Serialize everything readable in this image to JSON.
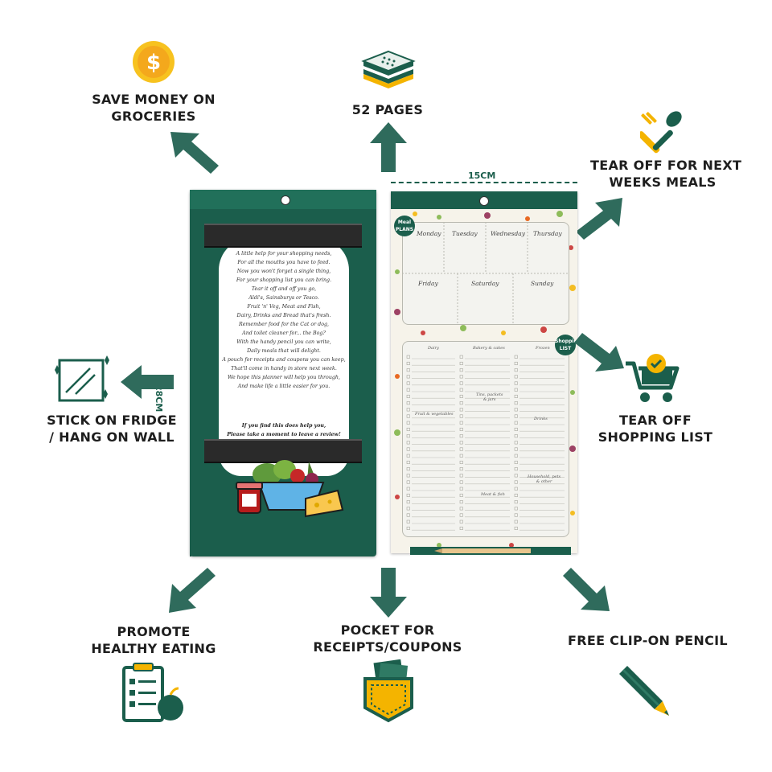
{
  "features": {
    "save_money": [
      "SAVE MONEY ON",
      "GROCERIES"
    ],
    "pages": [
      "52 PAGES"
    ],
    "tear_meals": [
      "TEAR OFF FOR NEXT",
      "WEEKS MEALS"
    ],
    "stick": [
      "STICK ON FRIDGE",
      "/ HANG ON WALL"
    ],
    "tear_list": [
      "TEAR OFF",
      "SHOPPING LIST"
    ],
    "healthy": [
      "PROMOTE",
      "HEALTHY EATING"
    ],
    "pocket": [
      "POCKET FOR",
      "RECEIPTS/COUPONS"
    ],
    "pencil": [
      "FREE CLIP-ON PENCIL"
    ]
  },
  "dimensions": {
    "width": "15CM",
    "height": "28CM"
  },
  "poem": [
    "A little help for your shopping needs,",
    "For all the mouths you have to feed.",
    "Now you won't forget a single thing,",
    "For your shopping list you can bring.",
    "Tear it off and off you go,",
    "Aldi's, Sainsburys or Tesco.",
    "Fruit 'n' Veg, Meat and Fish,",
    "Dairy, Drinks and Bread that's fresh.",
    "Remember food for the Cat or dog,",
    "And toilet cleaner for... the Bog?",
    "With the handy pencil you can write,",
    "Daily meals that will delight.",
    "A pouch for receipts and coupons you can keep,",
    "That'll come in handy in store next week.",
    "We hope this planner will help you through,",
    "And make life a little easier for you."
  ],
  "poem_closing": [
    "If you find this does help you,",
    "Please take a moment to leave a review!"
  ],
  "planner": {
    "meal_badge": [
      "Meal",
      "PLANS"
    ],
    "list_badge": [
      "Shopping",
      "LIST"
    ],
    "days_row1": [
      "Monday",
      "Tuesday",
      "Wednesday",
      "Thursday"
    ],
    "days_row2": [
      "Friday",
      "Saturday",
      "Sunday"
    ],
    "sections": {
      "dairy": "Dairy",
      "bakery": "Bakery & cakes",
      "frozen": "Frozen",
      "tins": [
        "Tins, packets",
        "& jars"
      ],
      "fruit": "Fruit & vegetables",
      "drinks": "Drinks",
      "household": [
        "Household, pets",
        "& other"
      ],
      "meat": "Meat & fish"
    }
  },
  "colors": {
    "brand_green": "#1b5e4c",
    "arrow_green": "#2f6b5c",
    "gold": "#f4b400"
  }
}
